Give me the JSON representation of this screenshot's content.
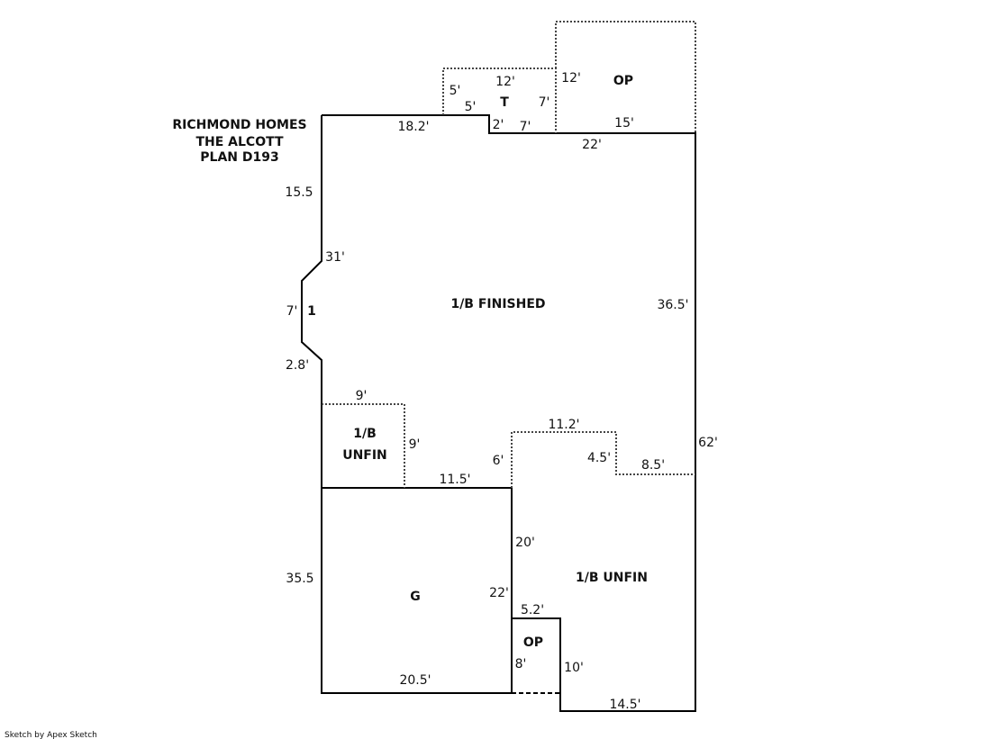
{
  "title": [
    "RICHMOND HOMES",
    "THE ALCOTT",
    "PLAN D193"
  ],
  "credit": "Sketch by Apex Sketch",
  "areas": {
    "main": "1/B FINISHED",
    "unfin_small_1": "1/B",
    "unfin_small_2": "UNFIN",
    "unfin_large": "1/B UNFIN",
    "garage": "G",
    "porch_top": "OP",
    "porch_bottom": "OP",
    "terrace": "T",
    "bay": "1"
  },
  "dimensions": {
    "top_left": "18.2'",
    "t_left": "5'",
    "t_top": "12'",
    "t_inner": "5'",
    "t_right": "7'",
    "step": "2'",
    "t_bottom": "7'",
    "op_left": "12'",
    "op_bottom": "15'",
    "top_right": "22'",
    "left_upper": "15.5",
    "bay_top": "31'",
    "bay_side": "7'",
    "bay_bottom": "2.8'",
    "right_upper": "36.5'",
    "unfin_top": "9'",
    "unfin_side": "9'",
    "notch_top": "11.2'",
    "right_total": "62'",
    "notch_left": "6'",
    "notch_right": "4.5'",
    "notch_ledge": "8.5'",
    "garage_top": "11.5'",
    "unfin_left": "20'",
    "left_lower": "35.5",
    "garage_right": "22'",
    "op_top": "5.2'",
    "op_left_side": "8'",
    "op_right_side": "10'",
    "garage_bottom": "20.5'",
    "bottom_right": "14.5'"
  }
}
